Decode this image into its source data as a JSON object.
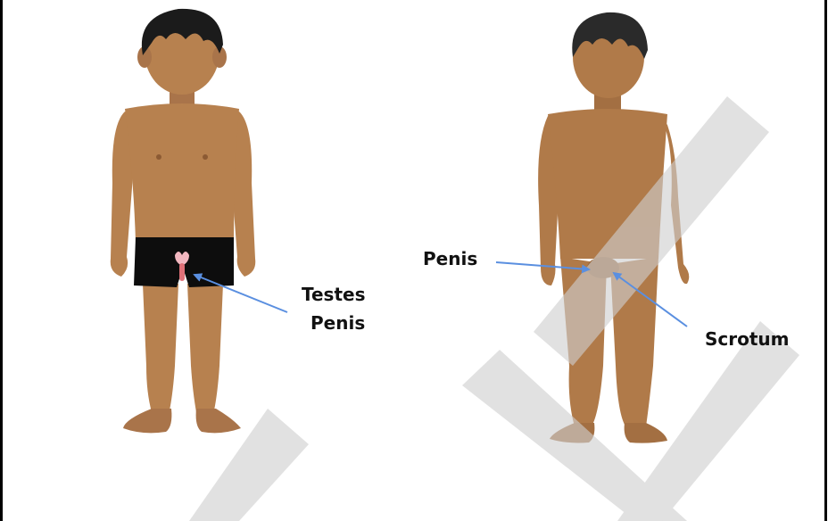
{
  "figure_left": {
    "label_testes": "Testes",
    "label_penis": "Penis"
  },
  "figure_right": {
    "label_penis": "Penis",
    "label_scrotum": "Scrotum"
  },
  "colors": {
    "skin": "#B7814F",
    "skin_shade": "#9C6A3E",
    "hair": "#1b1b1b",
    "shorts": "#0d0d0d",
    "arrow": "#5a8fe0",
    "watermark": "#d6d6d6"
  }
}
